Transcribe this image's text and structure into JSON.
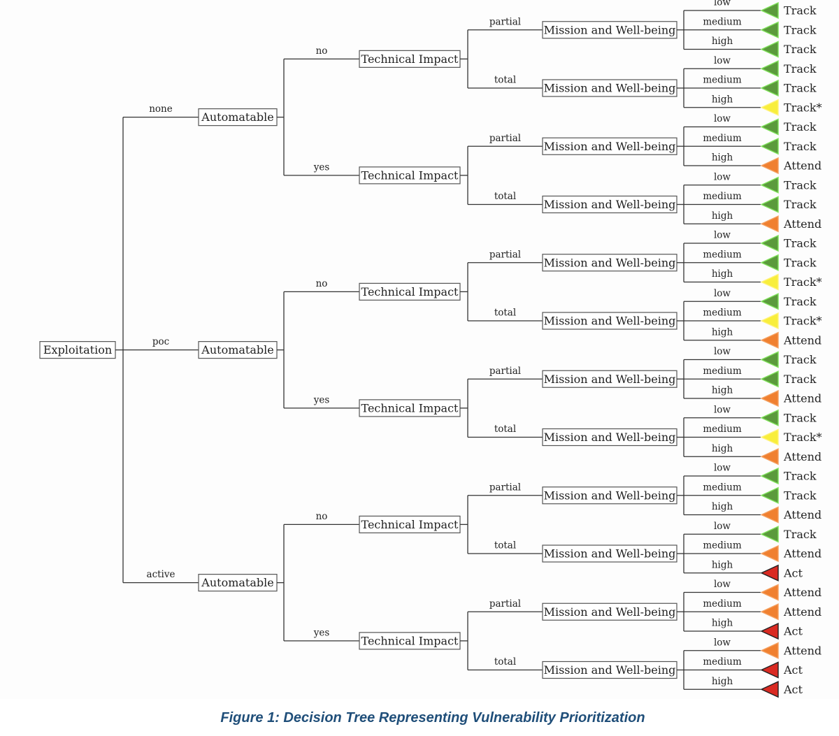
{
  "root": {
    "label": "Exploitation",
    "children": [
      {
        "edge": "none",
        "label": "Automatable",
        "children": [
          {
            "edge": "no",
            "label": "Technical Impact",
            "children": [
              {
                "edge": "partial",
                "label": "Mission and Well-being",
                "leaves": [
                  [
                    "low",
                    "Track"
                  ],
                  [
                    "medium",
                    "Track"
                  ],
                  [
                    "high",
                    "Track"
                  ]
                ]
              },
              {
                "edge": "total",
                "label": "Mission and Well-being",
                "leaves": [
                  [
                    "low",
                    "Track"
                  ],
                  [
                    "medium",
                    "Track"
                  ],
                  [
                    "high",
                    "Track*"
                  ]
                ]
              }
            ]
          },
          {
            "edge": "yes",
            "label": "Technical Impact",
            "children": [
              {
                "edge": "partial",
                "label": "Mission and Well-being",
                "leaves": [
                  [
                    "low",
                    "Track"
                  ],
                  [
                    "medium",
                    "Track"
                  ],
                  [
                    "high",
                    "Attend"
                  ]
                ]
              },
              {
                "edge": "total",
                "label": "Mission and Well-being",
                "leaves": [
                  [
                    "low",
                    "Track"
                  ],
                  [
                    "medium",
                    "Track"
                  ],
                  [
                    "high",
                    "Attend"
                  ]
                ]
              }
            ]
          }
        ]
      },
      {
        "edge": "poc",
        "label": "Automatable",
        "children": [
          {
            "edge": "no",
            "label": "Technical Impact",
            "children": [
              {
                "edge": "partial",
                "label": "Mission and Well-being",
                "leaves": [
                  [
                    "low",
                    "Track"
                  ],
                  [
                    "medium",
                    "Track"
                  ],
                  [
                    "high",
                    "Track*"
                  ]
                ]
              },
              {
                "edge": "total",
                "label": "Mission and Well-being",
                "leaves": [
                  [
                    "low",
                    "Track"
                  ],
                  [
                    "medium",
                    "Track*"
                  ],
                  [
                    "high",
                    "Attend"
                  ]
                ]
              }
            ]
          },
          {
            "edge": "yes",
            "label": "Technical Impact",
            "children": [
              {
                "edge": "partial",
                "label": "Mission and Well-being",
                "leaves": [
                  [
                    "low",
                    "Track"
                  ],
                  [
                    "medium",
                    "Track"
                  ],
                  [
                    "high",
                    "Attend"
                  ]
                ]
              },
              {
                "edge": "total",
                "label": "Mission and Well-being",
                "leaves": [
                  [
                    "low",
                    "Track"
                  ],
                  [
                    "medium",
                    "Track*"
                  ],
                  [
                    "high",
                    "Attend"
                  ]
                ]
              }
            ]
          }
        ]
      },
      {
        "edge": "active",
        "label": "Automatable",
        "children": [
          {
            "edge": "no",
            "label": "Technical Impact",
            "children": [
              {
                "edge": "partial",
                "label": "Mission and Well-being",
                "leaves": [
                  [
                    "low",
                    "Track"
                  ],
                  [
                    "medium",
                    "Track"
                  ],
                  [
                    "high",
                    "Attend"
                  ]
                ]
              },
              {
                "edge": "total",
                "label": "Mission and Well-being",
                "leaves": [
                  [
                    "low",
                    "Track"
                  ],
                  [
                    "medium",
                    "Attend"
                  ],
                  [
                    "high",
                    "Act"
                  ]
                ]
              }
            ]
          },
          {
            "edge": "yes",
            "label": "Technical Impact",
            "children": [
              {
                "edge": "partial",
                "label": "Mission and Well-being",
                "leaves": [
                  [
                    "low",
                    "Attend"
                  ],
                  [
                    "medium",
                    "Attend"
                  ],
                  [
                    "high",
                    "Act"
                  ]
                ]
              },
              {
                "edge": "total",
                "label": "Mission and Well-being",
                "leaves": [
                  [
                    "low",
                    "Attend"
                  ],
                  [
                    "medium",
                    "Act"
                  ],
                  [
                    "high",
                    "Act"
                  ]
                ]
              }
            ]
          }
        ]
      }
    ]
  },
  "outcome_colors": {
    "Track": {
      "fill": "#5b9a3c",
      "stroke": "#7fe05a"
    },
    "Track*": {
      "fill": "#f8ee3c",
      "stroke": "#fff27a"
    },
    "Attend": {
      "fill": "#f08030",
      "stroke": "#f4a060"
    },
    "Act": {
      "fill": "#d92a22",
      "stroke": "#222222"
    }
  },
  "caption": "Figure 1: Decision Tree Representing Vulnerability Prioritization"
}
